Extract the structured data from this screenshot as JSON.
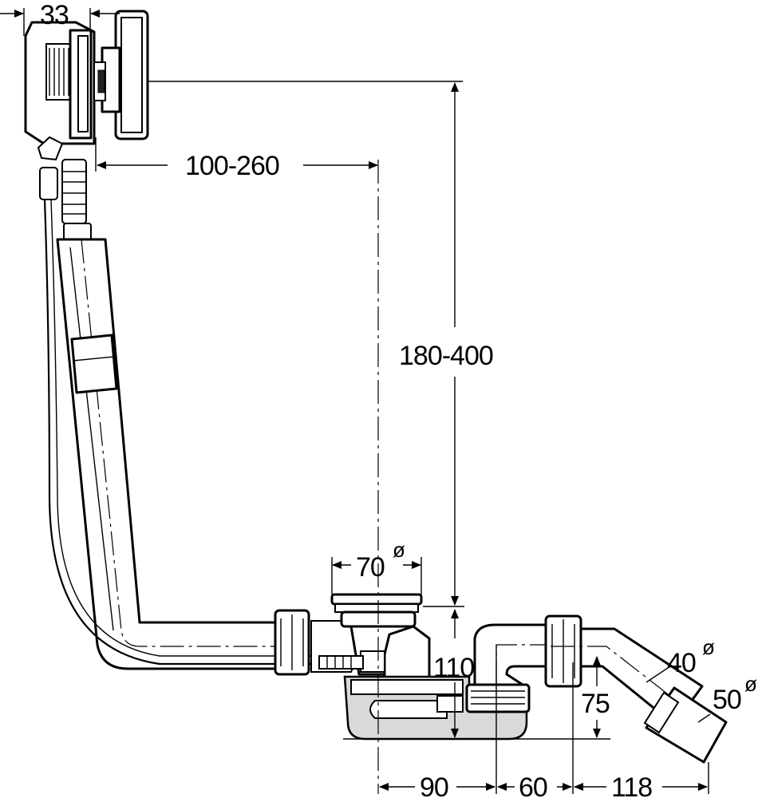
{
  "dimensions": {
    "overflow_offset": "33",
    "overflow_depth": "100-260",
    "height_range": "180-400",
    "drain_diameter": "70",
    "trap_height": "110",
    "outlet_height": "75",
    "outlet_inner_diameter": "40",
    "outlet_outer_diameter": "50",
    "horiz_1": "90",
    "horiz_2": "60",
    "horiz_3": "118",
    "diameter_symbol": "ø"
  }
}
